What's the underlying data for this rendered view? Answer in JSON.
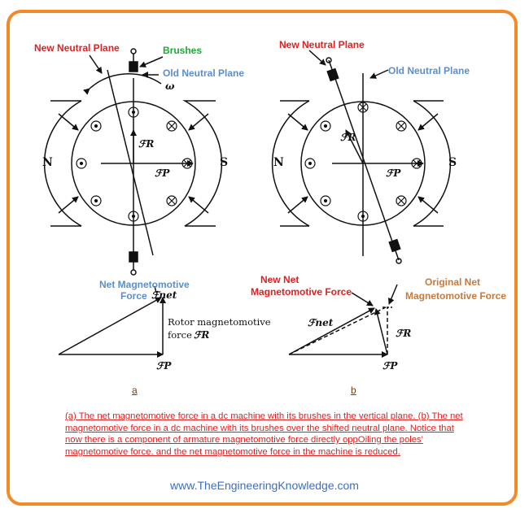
{
  "labels": {
    "new_neutral_plane_a": "New Neutral Plane",
    "brushes": "Brushes",
    "old_neutral_plane_a": "Old Neutral Plane",
    "new_neutral_plane_b": "New Neutral Plane",
    "old_neutral_plane_b": "Old Neutral Plane",
    "omega": "ω",
    "pole_n": "N",
    "pole_s": "S",
    "fr": "ℱR",
    "fp": "ℱP",
    "fnet": "ℱnet",
    "net_mmf_line1": "Net Magnetomotive",
    "net_mmf_line2": "Force",
    "rotor_mmf_line1": "Rotor magnetomotive",
    "rotor_mmf_line2": "force",
    "new_net_line1": "New Net",
    "new_net_line2": "Magnetomotive Force",
    "orig_net_line1": "Original Net",
    "orig_net_line2": "Magnetomotive Force",
    "sub_a": "a",
    "sub_b": "b"
  },
  "caption": "(a) The net magnetomotive force in a dc machine with its brushes in the vertical plane. (b) The net magnetomotive force in a dc machine with its brushes over the shifted neutral plane. Notice that now there is a component of armature magnetomotive force directly oppOiling the poles' magnetomotive force. and the net magnetomotive force in the machine is reduced.",
  "footer": "www.TheEngineeringKnowledge.com",
  "colors": {
    "border": "#f28a2a",
    "red": "#e02020",
    "green": "#22a83a",
    "blue": "#5b8fc9",
    "tan": "#c67a3c",
    "footer": "#3b6fc4"
  }
}
